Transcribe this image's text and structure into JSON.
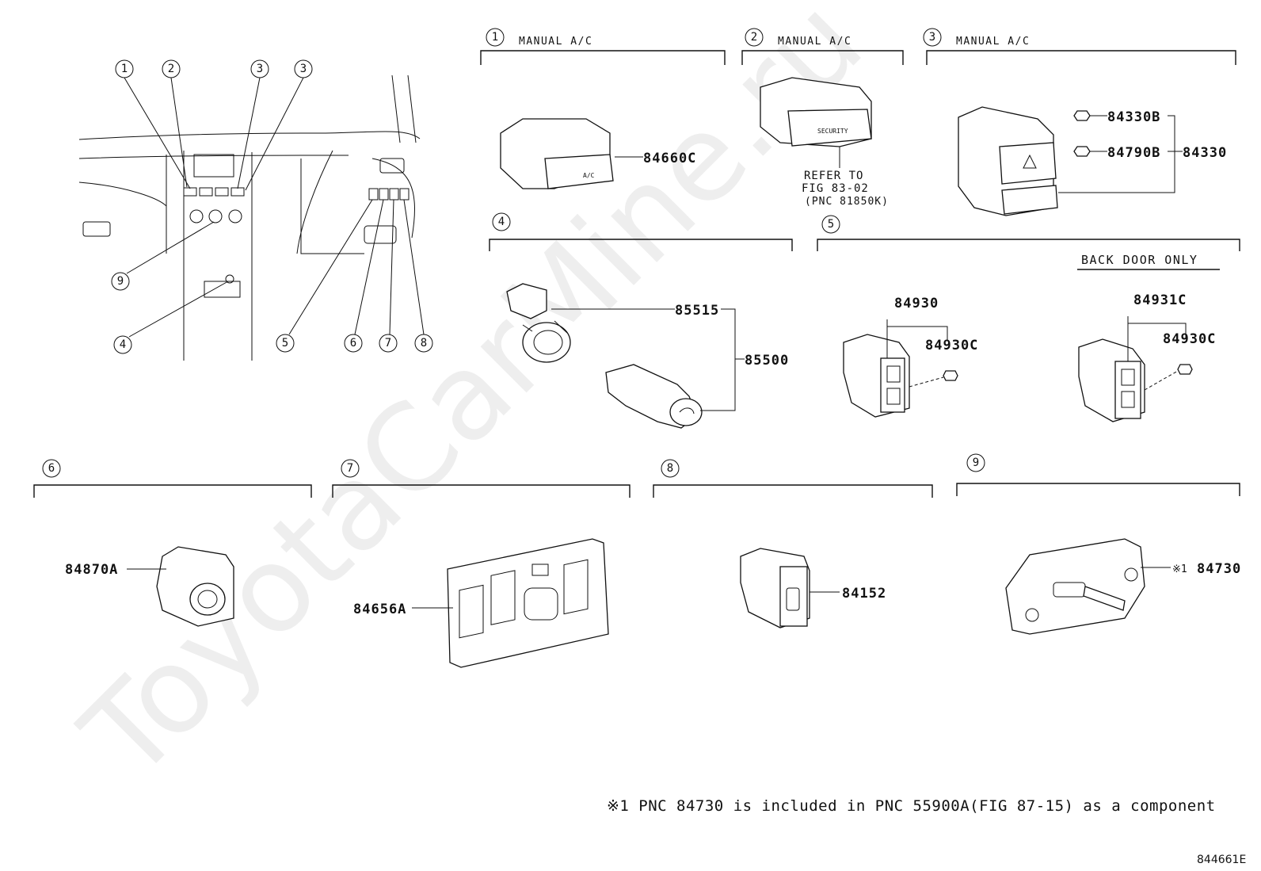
{
  "watermark": "ToyotaCarMine.ru",
  "overview": {
    "callouts": [
      "1",
      "2",
      "3",
      "3",
      "9",
      "4",
      "5",
      "6",
      "7",
      "8"
    ]
  },
  "sections": {
    "s1": {
      "num": "1",
      "label": "MANUAL A/C",
      "parts": [
        "84660C"
      ]
    },
    "s2": {
      "num": "2",
      "label": "MANUAL A/C",
      "refer": [
        "REFER TO",
        "FIG 83-02",
        "(PNC 81850K)"
      ]
    },
    "s3": {
      "num": "3",
      "label": "MANUAL A/C",
      "parts": [
        "84330B",
        "84790B",
        "84330"
      ]
    },
    "s4": {
      "num": "4",
      "parts": [
        "85515",
        "85500"
      ]
    },
    "s5": {
      "num": "5",
      "back_door_only": "BACK DOOR ONLY",
      "parts": [
        "84930",
        "84930C",
        "84931C",
        "84930C"
      ]
    },
    "s6": {
      "num": "6",
      "parts": [
        "84870A"
      ]
    },
    "s7": {
      "num": "7",
      "parts": [
        "84656A"
      ]
    },
    "s8": {
      "num": "8",
      "parts": [
        "84152"
      ]
    },
    "s9": {
      "num": "9",
      "mark": "※1",
      "parts": [
        "84730"
      ]
    }
  },
  "small_part_labels": {
    "ac": "A/C",
    "security": "SECURITY"
  },
  "footnote": "※1 PNC 84730 is included in PNC 55900A(FIG 87-15) as a component",
  "figure_id": "844661E"
}
